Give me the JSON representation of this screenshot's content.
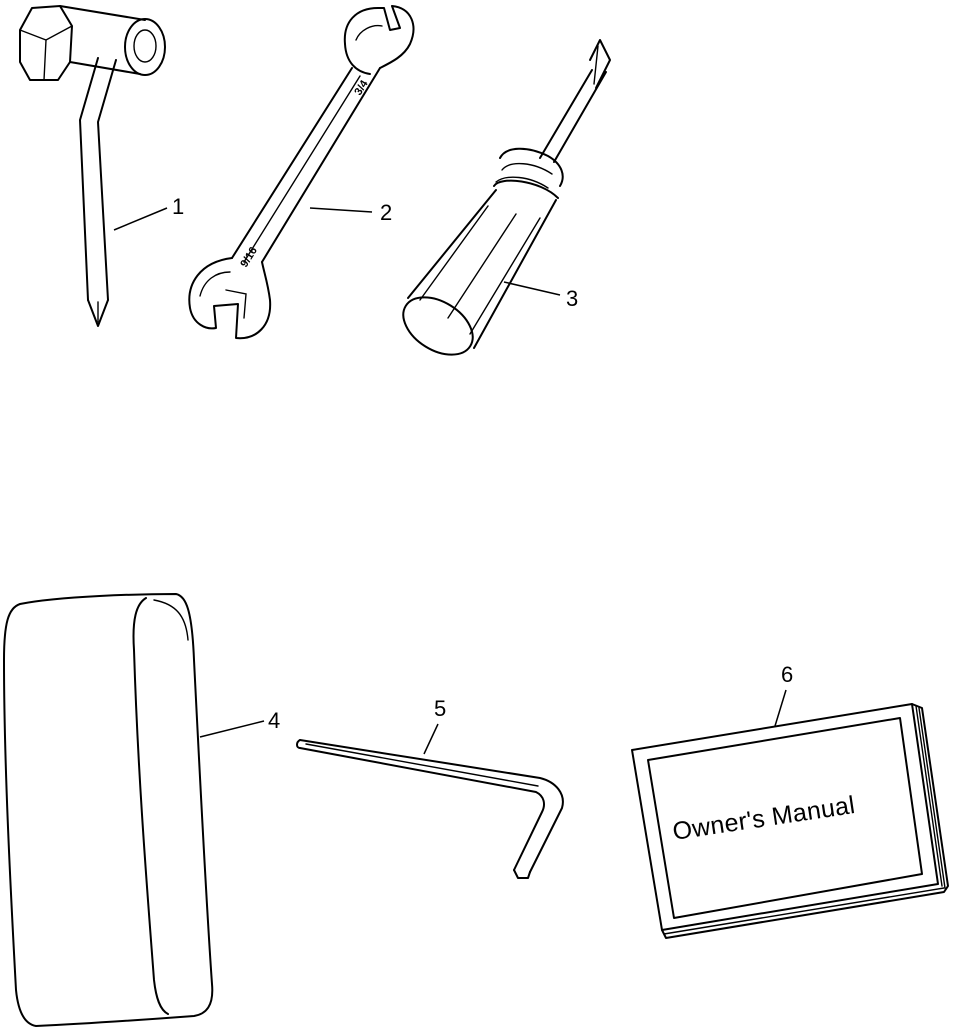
{
  "callouts": {
    "item_1": "1",
    "item_2": "2",
    "item_3": "3",
    "item_4": "4",
    "item_5": "5",
    "item_6": "6"
  },
  "wrench_marks": {
    "top_size": "3/4",
    "bottom_size": "9/16"
  },
  "manual": {
    "cover_title": "Owner's Manual"
  }
}
